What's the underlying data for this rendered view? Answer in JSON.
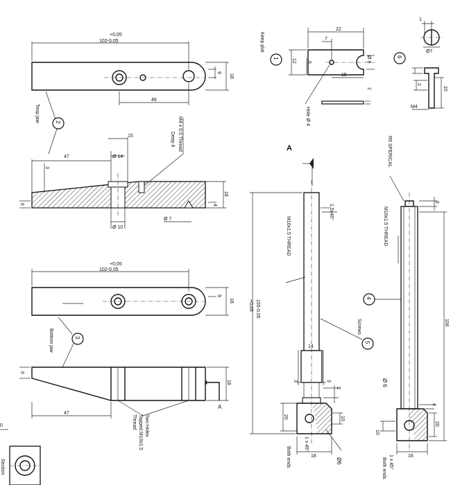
{
  "balloons": {
    "b1": "1",
    "b2": "2",
    "b3": "3",
    "b4": "4",
    "b5": "5",
    "b6": "6"
  },
  "labels": {
    "keep_plat": "Keep plat",
    "top_jaw": "Toop jaw",
    "bottom_jaw": "Bottom jaw",
    "screws": "Screws",
    "thread_m4": "M4 x 0.5 Thread",
    "deep6": "Deep 6",
    "hole4": "Hole Ø 4",
    "r5": "R5 SPERICAL",
    "m10_thread_a": "M10x1.5 THREAD",
    "m10_thread_b": "M10x1.5 THREAD",
    "two_holes_1": "Two Holes",
    "two_holes_2": "Tapped M10x1.5",
    "two_holes_3": "Thread",
    "both_ends_a": "Both ends",
    "both_ends_b": "Both ends",
    "section": "A",
    "sec_a2": "A",
    "m4": "M4"
  },
  "dims": {
    "tol1": "+0,05",
    "len1": "102-0.05",
    "d46": "46",
    "d9a": "9",
    "d18a": "18",
    "d15": "15",
    "d14": "Ø 14",
    "d47a": "47",
    "d3a": "3",
    "d6a": "6",
    "d10": "Ø 10",
    "d7b": "Ø 7",
    "d18b": "18",
    "d4a": "4",
    "tol2": "+0,05",
    "len2": "102-0.05",
    "d9b": "9",
    "d18c": "18",
    "d6b": "6",
    "d47b": "47",
    "d18d": "18",
    "d22": "22",
    "d7a": "7",
    "d12": "12",
    "d6c": "6",
    "d15b": "15",
    "d9c": "Ø 9",
    "d2": "2",
    "d1": "1",
    "d7c": "Ø7",
    "d10b": "10",
    "d2b": "2",
    "d1x5": "1.5x45°",
    "len155": "155-0.05",
    "tol3": "+0,05",
    "d14b": "14",
    "d3b": "3",
    "d3c": "3",
    "d5": "5",
    "d20a": "20",
    "d10c": "10",
    "d18e": "18",
    "d1x45a": "1 x 45°",
    "d6d": "Ø6",
    "d6e": "6",
    "d156": "156",
    "d6f": "Ø 6",
    "d4b": "4",
    "d20b": "20",
    "d10d": "10",
    "d16": "16",
    "d1x45b": "1 x 45°"
  },
  "corner": {
    "zero": "0",
    "text": "Section"
  }
}
